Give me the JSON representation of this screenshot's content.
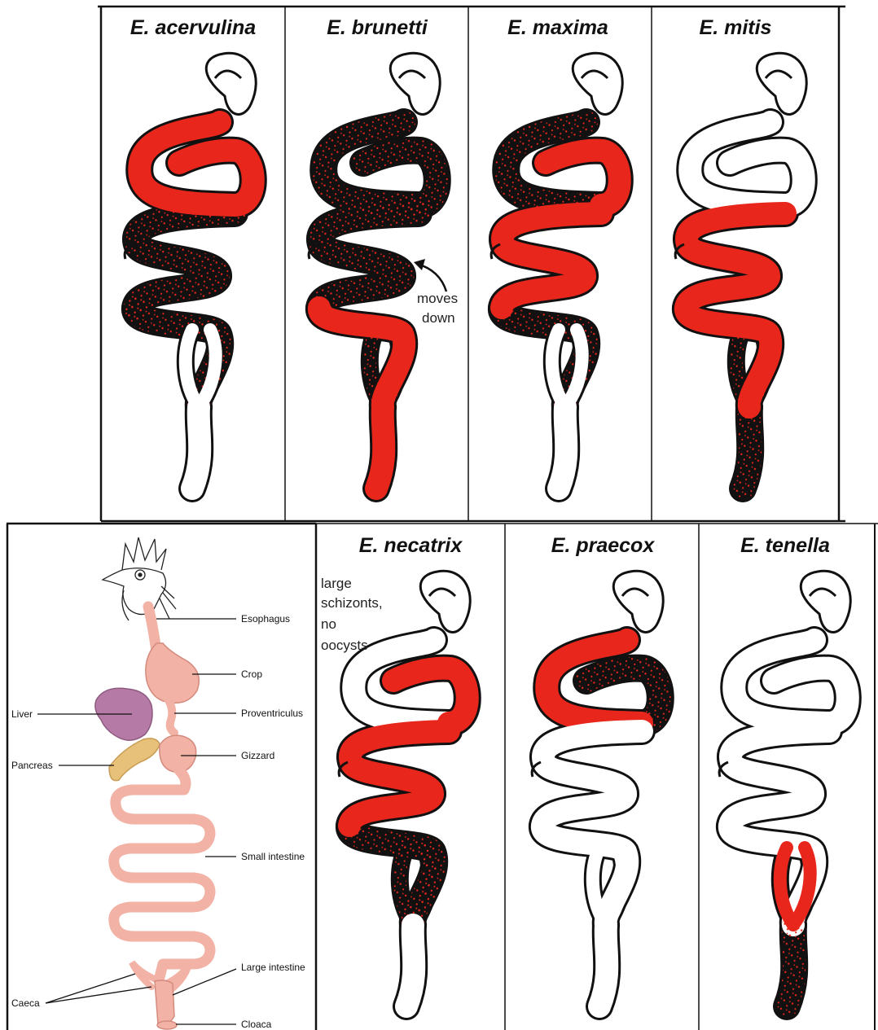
{
  "colors": {
    "infection": "#e8261c",
    "outline": "#111111",
    "gut": "#f2b3a6",
    "gut_stroke": "#d48b7d",
    "liver": "#b57aa6",
    "pancreas": "#e7c07a"
  },
  "panels": [
    {
      "name": "E. acervulina",
      "severity": {
        "duodenum": "solid",
        "upper_jejunum": "solid",
        "lower_jejunum": "dots",
        "ileum": "dots",
        "caeca": "none",
        "rectum": "none"
      }
    },
    {
      "name": "E. brunetti",
      "note": [
        "moves",
        "down"
      ],
      "severity": {
        "duodenum": "dots",
        "upper_jejunum": "dots",
        "lower_jejunum": "dots",
        "ileum": "solid",
        "caeca": "dots",
        "rectum": "solid"
      }
    },
    {
      "name": "E. maxima",
      "severity": {
        "duodenum": "dots",
        "upper_jejunum": "solid",
        "lower_jejunum": "solid",
        "ileum": "dots",
        "caeca": "none",
        "rectum": "none"
      }
    },
    {
      "name": "E. mitis",
      "severity": {
        "duodenum": "none",
        "upper_jejunum": "none",
        "lower_jejunum": "solid",
        "ileum": "solid",
        "caeca": "dots",
        "rectum": "dots"
      }
    },
    {
      "name": "E. necatrix",
      "note": [
        "large",
        "schizonts,",
        "no",
        "oocysts"
      ],
      "severity": {
        "duodenum": "none",
        "upper_jejunum": "solid",
        "lower_jejunum": "solid",
        "ileum": "dots",
        "caeca": "dots",
        "rectum": "none"
      }
    },
    {
      "name": "E. praecox",
      "severity": {
        "duodenum": "solid",
        "upper_jejunum": "dots",
        "lower_jejunum": "none",
        "ileum": "none",
        "caeca": "none",
        "rectum": "none"
      }
    },
    {
      "name": "E. tenella",
      "severity": {
        "duodenum": "none",
        "upper_jejunum": "none",
        "lower_jejunum": "none",
        "ileum": "none",
        "caeca": "solid",
        "rectum": "dots"
      }
    }
  ],
  "anatomy_labels": {
    "esophagus": "Esophagus",
    "crop": "Crop",
    "liver": "Liver",
    "proventriculus": "Proventriculus",
    "pancreas": "Pancreas",
    "gizzard": "Gizzard",
    "small_intestine": "Small intestine",
    "large_intestine": "Large intestine",
    "caeca": "Caeca",
    "cloaca": "Cloaca"
  }
}
